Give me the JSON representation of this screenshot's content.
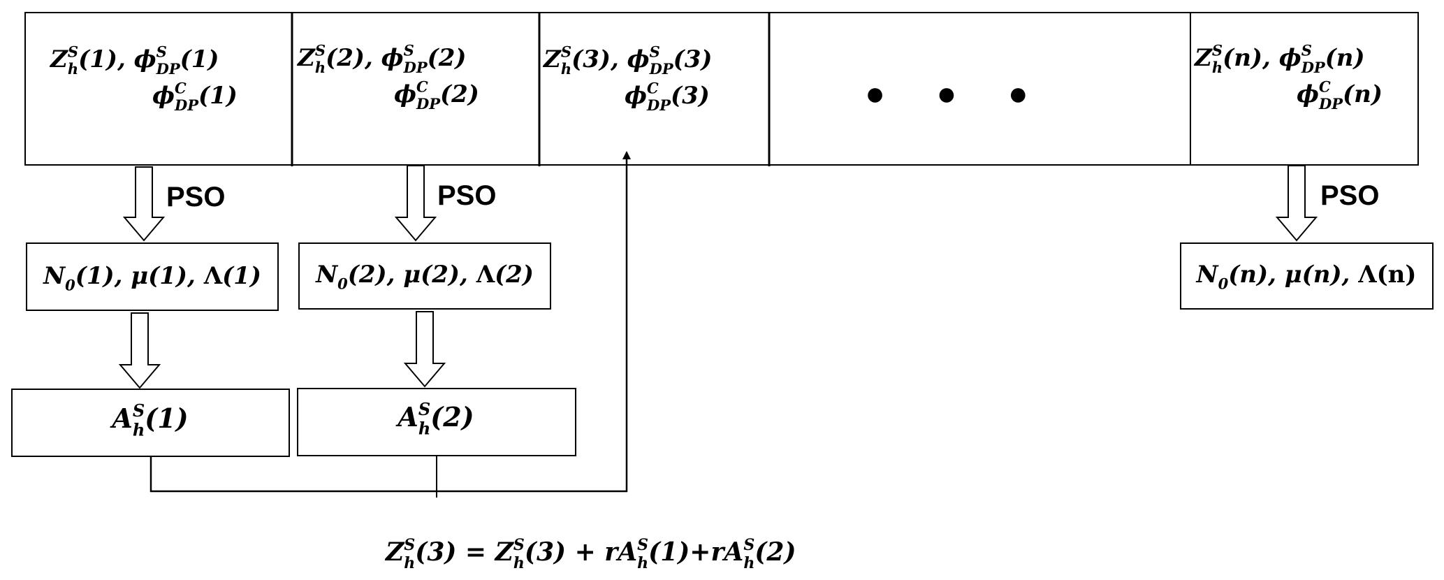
{
  "colors": {
    "stroke": "#000000",
    "background": "#ffffff"
  },
  "top_row": {
    "cells": [
      {
        "id": "1",
        "line1": [
          {
            "t": "Z",
            "sup": "S",
            "sub": "h"
          },
          {
            "t": "(1), "
          },
          {
            "t": "ϕ",
            "sup": "S",
            "sub": "DP"
          },
          {
            "t": "(1)"
          }
        ],
        "line2": [
          {
            "t": "ϕ",
            "sup": "C",
            "sub": "DP"
          },
          {
            "t": "(1)"
          }
        ]
      },
      {
        "id": "2",
        "line1": [
          {
            "t": "Z",
            "sup": "S",
            "sub": "h"
          },
          {
            "t": "(2), "
          },
          {
            "t": "ϕ",
            "sup": "S",
            "sub": "DP"
          },
          {
            "t": "(2)"
          }
        ],
        "line2": [
          {
            "t": "ϕ",
            "sup": "C",
            "sub": "DP"
          },
          {
            "t": "(2)"
          }
        ]
      },
      {
        "id": "3",
        "line1": [
          {
            "t": "Z",
            "sup": "S",
            "sub": "h"
          },
          {
            "t": "(3), "
          },
          {
            "t": "ϕ",
            "sup": "S",
            "sub": "DP"
          },
          {
            "t": "(3)"
          }
        ],
        "line2": [
          {
            "t": "ϕ",
            "sup": "C",
            "sub": "DP"
          },
          {
            "t": "(3)"
          }
        ]
      },
      {
        "id": "n",
        "line1": [
          {
            "t": "Z",
            "sup": "S",
            "sub": "h"
          },
          {
            "t": "(n), "
          },
          {
            "t": "ϕ",
            "sup": "S",
            "sub": "DP"
          },
          {
            "t": "(n)"
          }
        ],
        "line2": [
          {
            "t": "ϕ",
            "sup": "C",
            "sub": "DP"
          },
          {
            "t": "(n)"
          }
        ]
      }
    ],
    "ellipsis": "● ● ●"
  },
  "arrow_label": "PSO",
  "param_boxes": [
    {
      "id": "1",
      "parts": [
        {
          "t": "N",
          "sub": "0"
        },
        {
          "t": "(1), μ(1), "
        },
        {
          "t": "Λ",
          "upright": true
        },
        {
          "t": "(1)"
        }
      ]
    },
    {
      "id": "2",
      "parts": [
        {
          "t": "N",
          "sub": "0"
        },
        {
          "t": "(2), μ(2), "
        },
        {
          "t": "Λ",
          "upright": true
        },
        {
          "t": "(2)"
        }
      ]
    },
    {
      "id": "n",
      "parts": [
        {
          "t": "N",
          "sub": "0"
        },
        {
          "t": "(n), μ(n), "
        },
        {
          "t": "Λ(n)",
          "upright": true
        }
      ]
    }
  ],
  "a_boxes": [
    {
      "id": "1",
      "parts": [
        {
          "t": "A",
          "sup": "S",
          "sub": "h"
        },
        {
          "t": "(1)"
        }
      ]
    },
    {
      "id": "2",
      "parts": [
        {
          "t": "A",
          "sup": "S",
          "sub": "h"
        },
        {
          "t": "(2)"
        }
      ]
    }
  ],
  "equation": [
    {
      "t": "Z",
      "sup": "S",
      "sub": "h"
    },
    {
      "t": "(3) = "
    },
    {
      "t": "Z",
      "sup": "S",
      "sub": "h"
    },
    {
      "t": "(3) + r"
    },
    {
      "t": "A",
      "sup": "S",
      "sub": "h"
    },
    {
      "t": "(1)+r"
    },
    {
      "t": "A",
      "sup": "S",
      "sub": "h"
    },
    {
      "t": "(2)"
    }
  ]
}
